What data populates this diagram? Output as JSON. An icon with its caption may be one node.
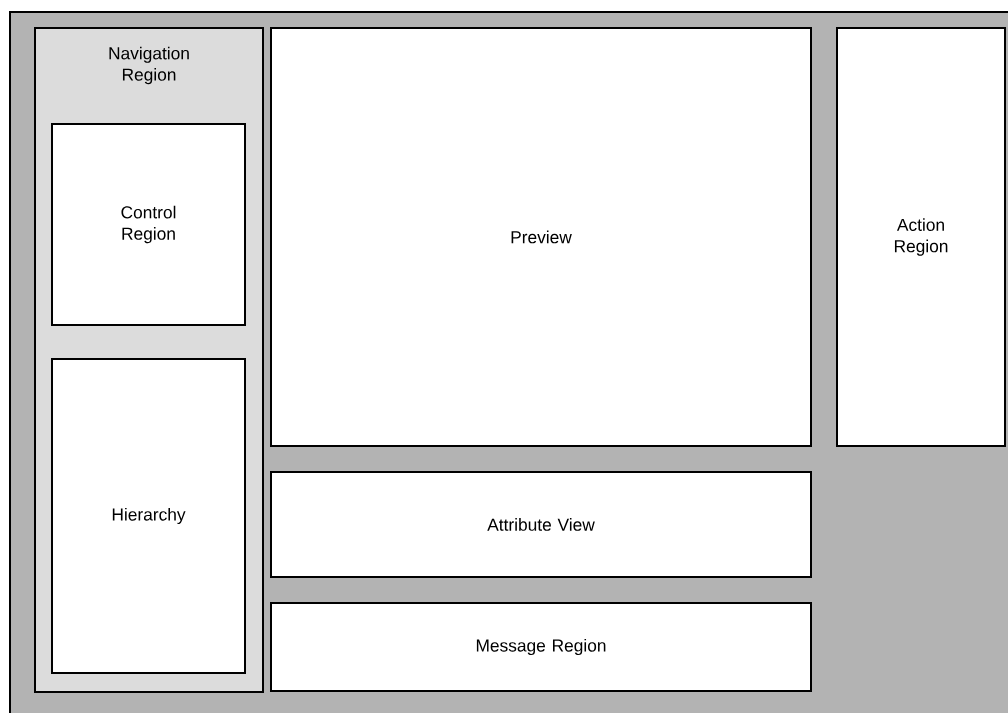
{
  "diagram": {
    "nodes": [
      {
        "text": [],
        "shape": "box"
      },
      {
        "text": [
          "Navigation Region"
        ],
        "in": 0
      },
      {
        "text": [
          "Control Region"
        ],
        "in": 1
      },
      {
        "text": [
          "Hierarchy"
        ],
        "in": 1
      },
      {
        "text": [
          "Preview"
        ],
        "in": 0
      },
      {
        "text": [
          "Action Region"
        ],
        "in": 0
      },
      {
        "text": [
          "Attribute View"
        ],
        "in": 0
      },
      {
        "text": [
          "Message Region"
        ],
        "in": 0
      }
    ]
  }
}
